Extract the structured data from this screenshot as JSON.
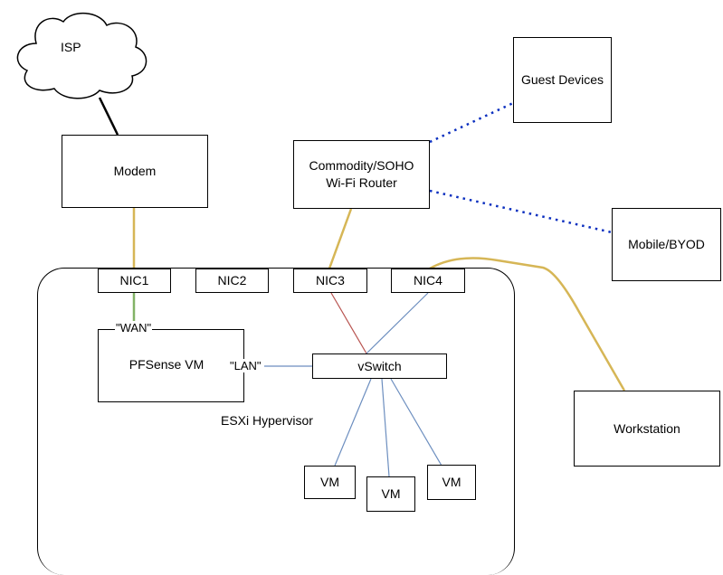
{
  "isp": "ISP",
  "modem": "Modem",
  "guest_devices": "Guest Devices",
  "router": {
    "line1": "Commodity/SOHO",
    "line2": "Wi-Fi Router"
  },
  "mobile": "Mobile/BYOD",
  "workstation": "Workstation",
  "hypervisor": "ESXi Hypervisor",
  "nics": [
    "NIC1",
    "NIC2",
    "NIC3",
    "NIC4"
  ],
  "pfsense": {
    "title": "PFSense VM",
    "wan": "\"WAN\"",
    "lan": "\"LAN\""
  },
  "vswitch": "vSwitch",
  "vms": [
    "VM",
    "VM",
    "VM"
  ],
  "colors": {
    "ethernet": "#d6b656",
    "wan_link": "#82b366",
    "nic3_vswitch": "#b85450",
    "virtual_link": "#6c8ebf",
    "wifi": "#0b2fbf",
    "isp_link": "#000000"
  }
}
